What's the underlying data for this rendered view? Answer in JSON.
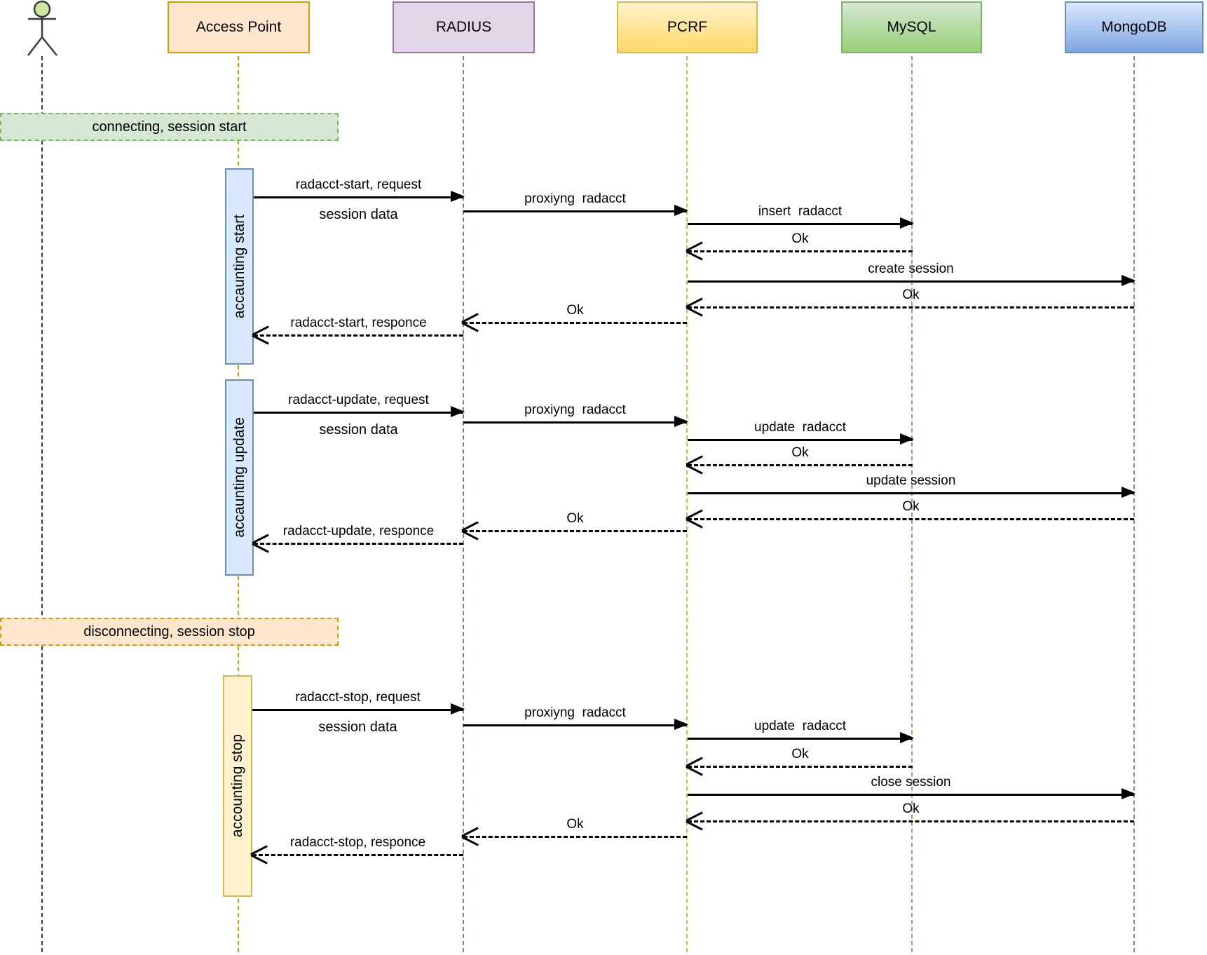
{
  "participants": {
    "access_point": {
      "label": "Access Point"
    },
    "radius": {
      "label": "RADIUS"
    },
    "pcrf": {
      "label": "PCRF"
    },
    "mysql": {
      "label": "MySQL"
    },
    "mongodb": {
      "label": "MongoDB"
    }
  },
  "banners": {
    "start": {
      "label": "connecting, session start"
    },
    "stop": {
      "label": "disconnecting, session stop"
    }
  },
  "activations": {
    "start": {
      "label": "accaunting start"
    },
    "update": {
      "label": "accaunting update"
    },
    "stop": {
      "label": "accounting stop"
    }
  },
  "messages": {
    "m1": {
      "label": "radacct-start, request",
      "sublabel": "session data"
    },
    "m2": {
      "label": "proxiyng  radacct"
    },
    "m3": {
      "label": "insert  radacct"
    },
    "m4": {
      "label": "Ok"
    },
    "m5": {
      "label": "create session"
    },
    "m6": {
      "label": "Ok"
    },
    "m7": {
      "label": "Ok"
    },
    "m8": {
      "label": "radacct-start, responce"
    },
    "m9": {
      "label": "radacct-update, request",
      "sublabel": "session data"
    },
    "m10": {
      "label": "proxiyng  radacct"
    },
    "m11": {
      "label": "update  radacct"
    },
    "m12": {
      "label": "Ok"
    },
    "m13": {
      "label": "update session"
    },
    "m14": {
      "label": "Ok"
    },
    "m15": {
      "label": "Ok"
    },
    "m16": {
      "label": "radacct-update, responce"
    },
    "m17": {
      "label": "radacct-stop, request",
      "sublabel": "session data"
    },
    "m18": {
      "label": "proxiyng  radacct"
    },
    "m19": {
      "label": "update  radacct"
    },
    "m20": {
      "label": "Ok"
    },
    "m21": {
      "label": "close session"
    },
    "m22": {
      "label": "Ok"
    },
    "m23": {
      "label": "Ok"
    },
    "m24": {
      "label": "radacct-stop, responce"
    }
  },
  "colors": {
    "orange_fill": "#FFE6CC",
    "orange_border": "#D79B00",
    "purple_fill": "#E1D5E7",
    "purple_border": "#9673A6",
    "yellow_fill": "#FFD966",
    "yellow_fill_light": "#FFF2CC",
    "yellow_border": "#D6B656",
    "green_fill": "#97D077",
    "green_fill_light": "#D5E8D4",
    "green_border": "#82B366",
    "blue_fill": "#7EA6E0",
    "blue_fill_light": "#DAE8FC",
    "blue_border": "#6C8EBF",
    "actor_head": "#CCE5A3",
    "arrow": "#000000"
  }
}
